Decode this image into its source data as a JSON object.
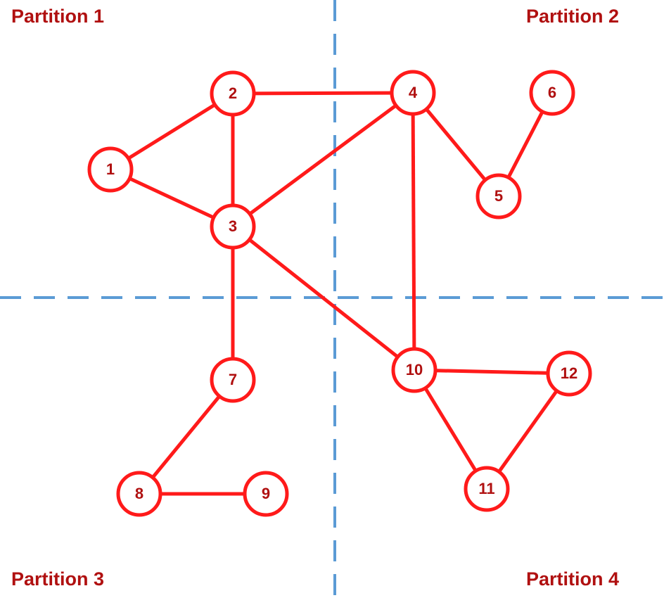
{
  "colors": {
    "edge": "#ff1a1a",
    "node_text": "#b01010",
    "partition_label": "#b01010",
    "divider": "#5b9bd5"
  },
  "partitions": [
    {
      "id": "p1",
      "label": "Partition 1"
    },
    {
      "id": "p2",
      "label": "Partition 2"
    },
    {
      "id": "p3",
      "label": "Partition 3"
    },
    {
      "id": "p4",
      "label": "Partition 4"
    }
  ],
  "nodes": [
    {
      "id": "1",
      "label": "1"
    },
    {
      "id": "2",
      "label": "2"
    },
    {
      "id": "3",
      "label": "3"
    },
    {
      "id": "4",
      "label": "4"
    },
    {
      "id": "5",
      "label": "5"
    },
    {
      "id": "6",
      "label": "6"
    },
    {
      "id": "7",
      "label": "7"
    },
    {
      "id": "8",
      "label": "8"
    },
    {
      "id": "9",
      "label": "9"
    },
    {
      "id": "10",
      "label": "10"
    },
    {
      "id": "11",
      "label": "11"
    },
    {
      "id": "12",
      "label": "12"
    }
  ],
  "edges": [
    [
      "1",
      "2"
    ],
    [
      "1",
      "3"
    ],
    [
      "2",
      "3"
    ],
    [
      "2",
      "4"
    ],
    [
      "3",
      "4"
    ],
    [
      "4",
      "5"
    ],
    [
      "5",
      "6"
    ],
    [
      "4",
      "10"
    ],
    [
      "3",
      "10"
    ],
    [
      "3",
      "7"
    ],
    [
      "7",
      "8"
    ],
    [
      "8",
      "9"
    ],
    [
      "10",
      "12"
    ],
    [
      "10",
      "11"
    ],
    [
      "11",
      "12"
    ]
  ]
}
